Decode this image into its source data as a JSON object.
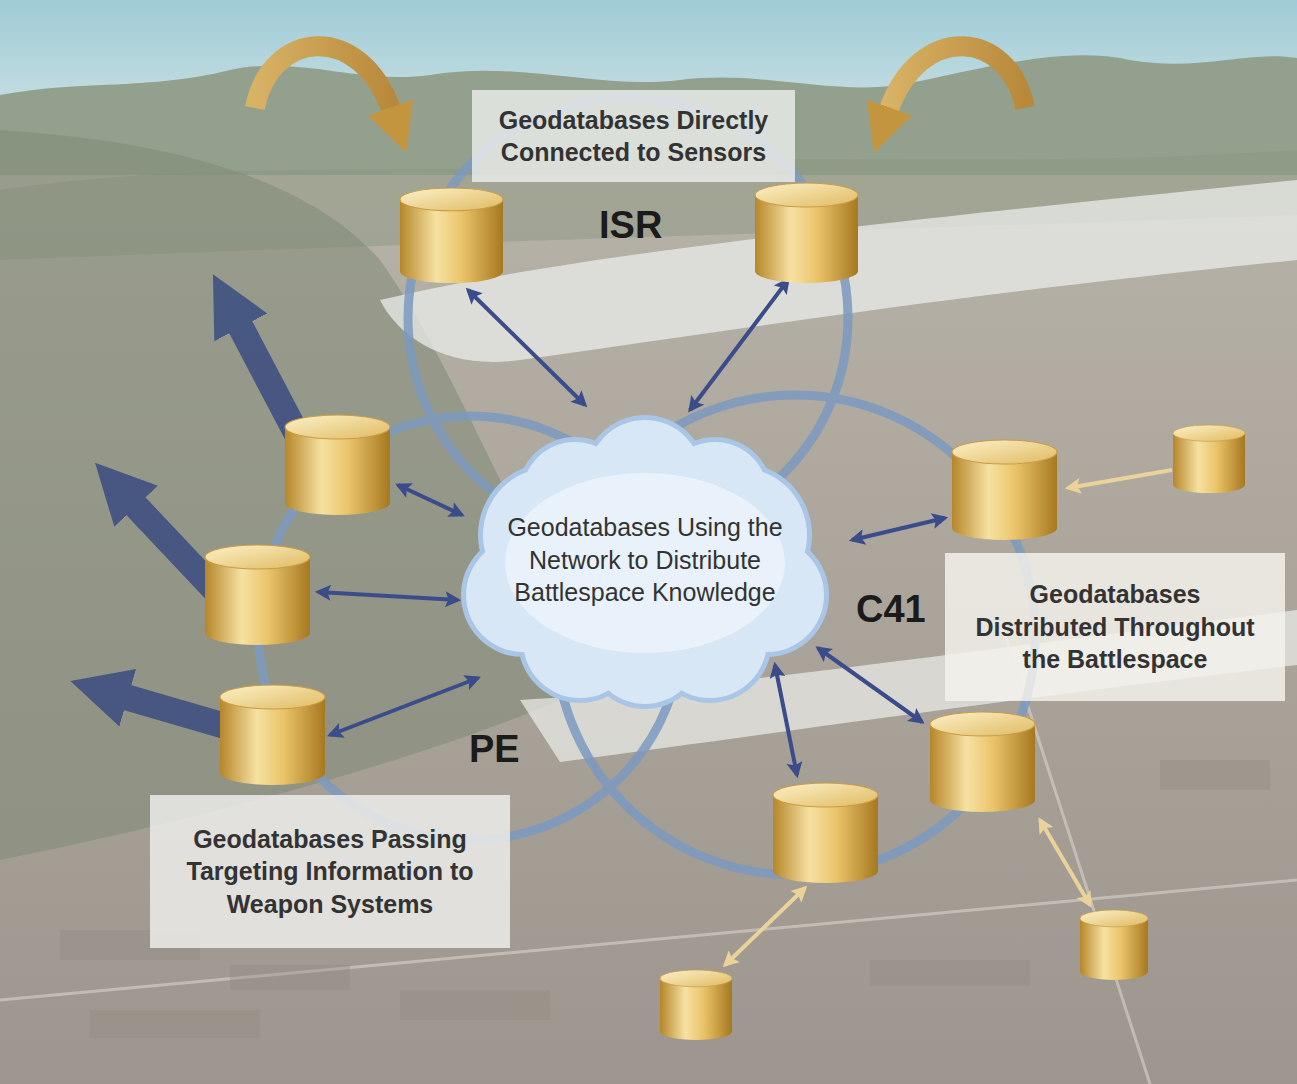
{
  "diagram": {
    "nodes": [
      {
        "text": [
          "Geodatabases Directly Connected to Sensors"
        ]
      },
      {
        "text": [
          "Geodatabases Using the Network to Distribute Battlespace Knowledge"
        ]
      },
      {
        "text": [
          "Geodatabases Distributed Throughout the Battlespace"
        ]
      },
      {
        "text": [
          "Geodatabases Passing Targeting Information to Weapon Systems"
        ]
      }
    ],
    "labels": [
      "ISR",
      "C41",
      "PE"
    ]
  }
}
